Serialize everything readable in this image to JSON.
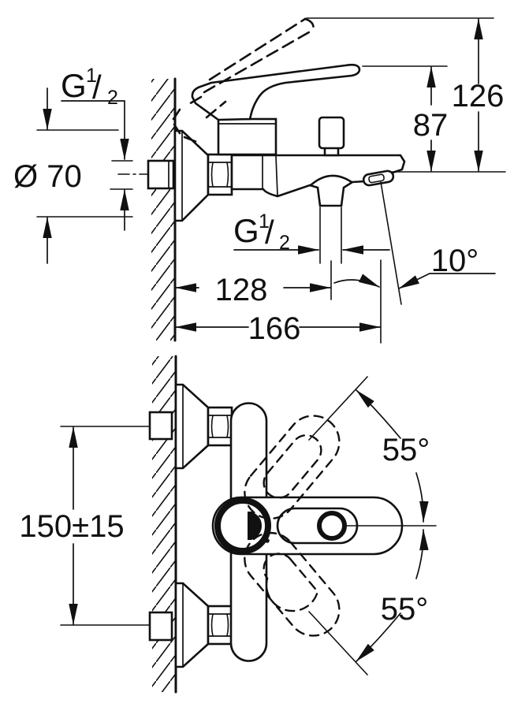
{
  "colors": {
    "line": "#111111",
    "background": "#ffffff"
  },
  "dimensions": {
    "wall_thread": {
      "prefix": "G",
      "numerator": "1",
      "slash": "/",
      "denominator": "2"
    },
    "escutcheon_diameter": "Ø 70",
    "handle_height": "87",
    "total_height": "126",
    "outlet_thread": {
      "prefix": "G",
      "numerator": "1",
      "slash": "/",
      "denominator": "2"
    },
    "wall_to_outlet": "128",
    "wall_to_spout_tip": "166",
    "spout_angle": "10°",
    "union_spacing": "150±15",
    "handle_swing_upper": "55°",
    "handle_swing_lower": "55°"
  }
}
